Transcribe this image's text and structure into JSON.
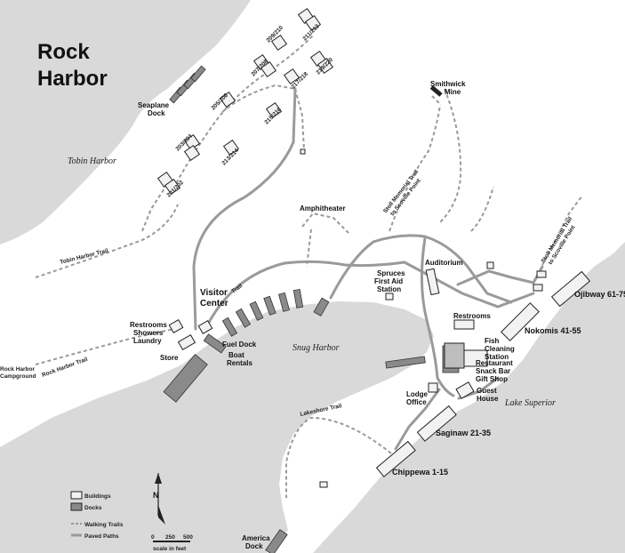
{
  "title": [
    "Rock",
    "Harbor"
  ],
  "water": {
    "tobin": "Tobin Harbor",
    "snug": "Snug Harbor",
    "superior": "Lake Superior"
  },
  "places": {
    "seaplane_dock": [
      "Seaplane",
      "Dock"
    ],
    "visitor_center": [
      "Visitor",
      "Center"
    ],
    "restrooms_showers": [
      "Restrooms",
      "Showers",
      "Laundry"
    ],
    "store": "Store",
    "fuel_dock": "Fuel Dock",
    "boat_rentals": [
      "Boat",
      "Rentals"
    ],
    "amphitheater": "Amphitheater",
    "spruces_first_aid": [
      "Spruces",
      "First Aid",
      "Station"
    ],
    "auditorium": "Auditorium",
    "restrooms_east": "Restrooms",
    "fish_cleaning": [
      "Fish",
      "Cleaning",
      "Station"
    ],
    "restaurant": [
      "Restaurant",
      "Snack Bar",
      "Gift Shop"
    ],
    "lodge_office": [
      "Lodge",
      "Office"
    ],
    "guest_house": [
      "Guest",
      "House"
    ],
    "smithwick_mine": [
      "Smithwick",
      "Mine"
    ],
    "campground": [
      "Rock Harbor",
      "Campground"
    ],
    "america_dock": [
      "America",
      "Dock"
    ]
  },
  "units": {
    "ojibway": "Ojibway 61-75",
    "nokomis": "Nokomis 41-55",
    "saginaw": "Saginaw 21-35",
    "chippewa": "Chippewa 1-15"
  },
  "cabins": [
    "209/210",
    "211/212",
    "207/208",
    "217/218",
    "219/220",
    "205/206",
    "213/214",
    "203/204",
    "215/216",
    "201/202"
  ],
  "trails": {
    "tobin_harbor": "Tobin Harbor Trail",
    "stoll_memorial_top": [
      "Stoll Memorial Trail",
      "to Scoville Point"
    ],
    "stoll_memorial_right": [
      "Stoll Memorial Trail",
      "to Scoville Point"
    ],
    "rock_harbor": "Rock Harbor Trail",
    "lakeshore": "Lakeshore Trail",
    "loop": "Trail"
  },
  "legend": {
    "buildings": "Buildings",
    "docks": "Docks",
    "walking_trails": "Walking Trails",
    "paved_paths": "Paved Paths",
    "scale_ticks": [
      "0",
      "250",
      "500"
    ],
    "scale_caption": "scale in feet",
    "north": "N"
  },
  "colors": {
    "land": "#ffffff",
    "water": "#d9d9d9",
    "building_fill": "#f2f2f2",
    "dock_fill": "#8a8a8a",
    "paved_path": "#9a9a9a",
    "walking_trail": "#9a9a9a"
  }
}
